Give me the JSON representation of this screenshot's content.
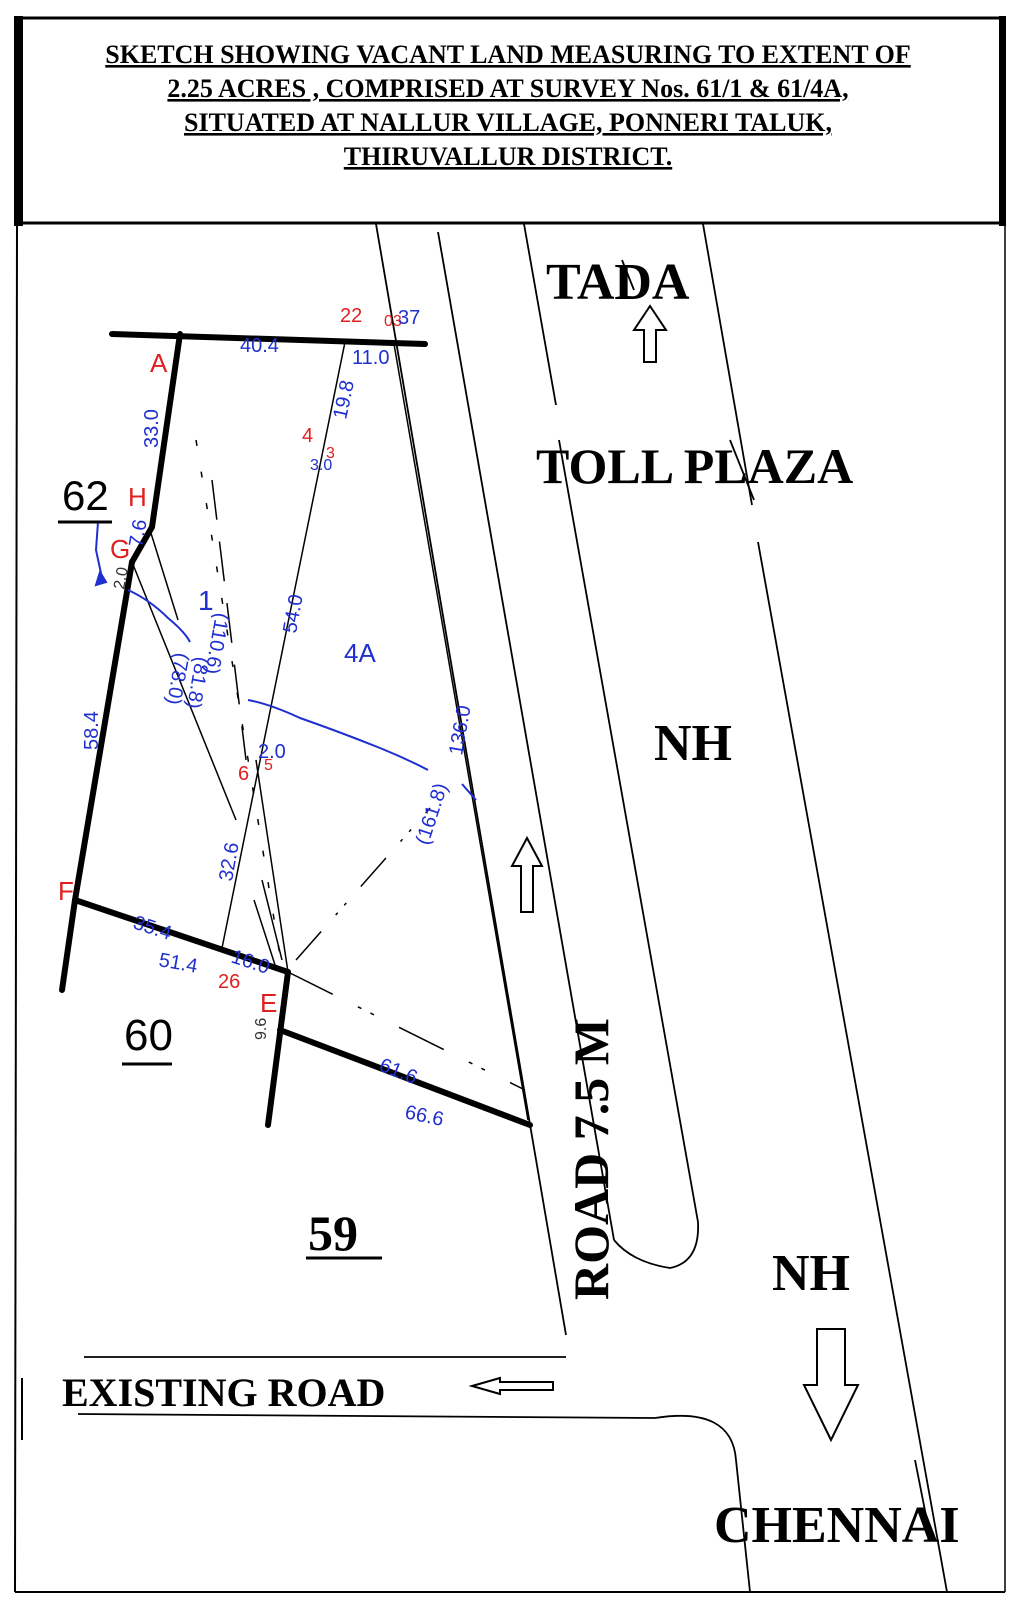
{
  "title": {
    "line1": "SKETCH SHOWING VACANT LAND MEASURING TO EXTENT OF",
    "line2": "2.25 ACRES , COMPRISED AT SURVEY Nos. 61/1 & 61/4A,",
    "line3": "SITUATED AT NALLUR VILLAGE, PONNERI TALUK,",
    "line4": "THIRUVALLUR DISTRICT."
  },
  "places": {
    "tada": "TADA",
    "toll_plaza": "TOLL PLAZA",
    "nh_upper": "NH",
    "nh_lower": "NH",
    "chennai": "CHENNAI",
    "road": "ROAD 7.5 M",
    "existing_road": "EXISTING ROAD"
  },
  "survey_numbers": {
    "s62": "62",
    "s60": "60",
    "s59": "59",
    "sub1": "1",
    "sub4a": "4A"
  },
  "points": {
    "a": "A",
    "h": "H",
    "g": "G",
    "f": "F",
    "e": "E"
  },
  "measurements": {
    "m40_4": "40.4",
    "m11_0": "11.0",
    "m37": "37",
    "m22": "22",
    "m03": "03",
    "m19_8": "19.8",
    "m4": "4",
    "m3": "3",
    "m3_0": "3.0",
    "m33_0": "33.0",
    "m7_6": "7.6",
    "m2_0a": "2.0",
    "m54_0": "54.0",
    "m110_6": "(110.6)",
    "m81_8": "(81.8)",
    "m78_0": "(78.0)",
    "m58_4": "58.4",
    "m2_0b": "2.0",
    "m6": "6",
    "m5": "5",
    "m136_0": "136.0",
    "m161_8": "(161.8)",
    "m32_6": "32.6",
    "m35_4": "35.4",
    "m51_4": "51.4",
    "m16_0": "16.0",
    "m26": "26",
    "m9_6": "9.6",
    "m61_6": "61.6",
    "m66_6": "66.6"
  },
  "colors": {
    "ink": "#000000",
    "measure_blue": "#1f2fd0",
    "point_red": "#e02020",
    "measure_gray": "#333333"
  },
  "icons": [
    "arrow-up-icon",
    "arrow-down-icon",
    "arrow-left-icon"
  ]
}
